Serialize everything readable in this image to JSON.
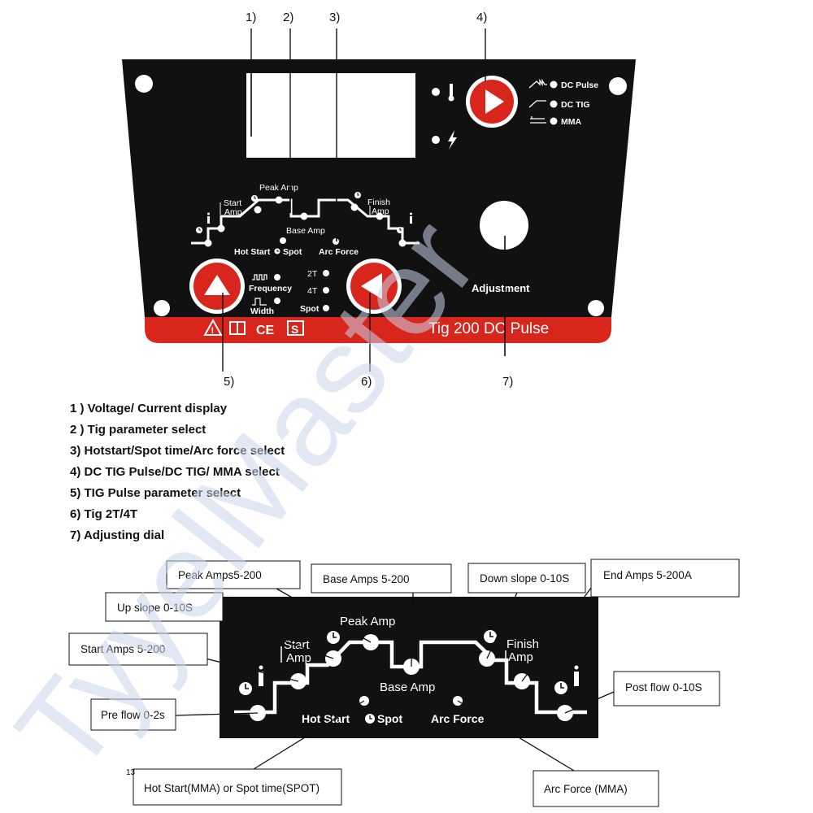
{
  "panel": {
    "callout_numbers": [
      "1)",
      "2)",
      "3)",
      "4)",
      "5)",
      "6)",
      "7)"
    ],
    "mode_labels": [
      "DC  Pulse",
      "DC TIG",
      "MMA"
    ],
    "sequence": {
      "peak_amp": "Peak Amp",
      "start": "Start",
      "amp": "Amp",
      "finish": "Finish",
      "base_amp": "Base Amp",
      "hot_start": "Hot Start",
      "spot": "Spot",
      "arc_force": "Arc Force"
    },
    "pulse_labels": [
      "Frequency",
      "Width"
    ],
    "trigger_labels": [
      "2T",
      "4T",
      "Spot"
    ],
    "adjustment_label": "Adjustment",
    "model_name": "Tig 200 DC Pulse",
    "ce_mark": "CE",
    "s_mark": "S"
  },
  "legend": [
    "1 ) Voltage/ Current display",
    "2 ) Tig parameter select",
    "3) Hotstart/Spot time/Arc force select",
    "4) DC TIG Pulse/DC TIG/ MMA select",
    "5) TIG Pulse parameter select",
    "6) Tig 2T/4T",
    "7) Adjusting dial"
  ],
  "detail": {
    "panel_labels": {
      "peak_amp": "Peak Amp",
      "start": "Start",
      "amp": "Amp",
      "finish": "Finish",
      "finish_amp": "Amp",
      "base_amp": "Base Amp",
      "hot_start": "Hot Start",
      "spot": "Spot",
      "arc_force": "Arc Force"
    },
    "callouts": {
      "peak_amps": "Peak Amps5-200",
      "base_amps": "Base Amps 5-200",
      "down_slope": "Down slope 0-10S",
      "end_amps": "End Amps 5-200A",
      "up_slope": "Up slope 0-10S",
      "start_amps": "Start Amps 5-200",
      "post_flow": "Post flow 0-10S",
      "pre_flow": "Pre flow 0-2s",
      "hot_start": "Hot Start(MMA) or Spot time(SPOT)",
      "arc_force": "Arc Force (MMA)"
    },
    "page_number": "13"
  },
  "watermark": "TyyelMaster",
  "colors": {
    "panel": "#111111",
    "accent_red": "#d9261c",
    "panel_text": "#ffffff",
    "watermark": "#c9d3ea"
  }
}
